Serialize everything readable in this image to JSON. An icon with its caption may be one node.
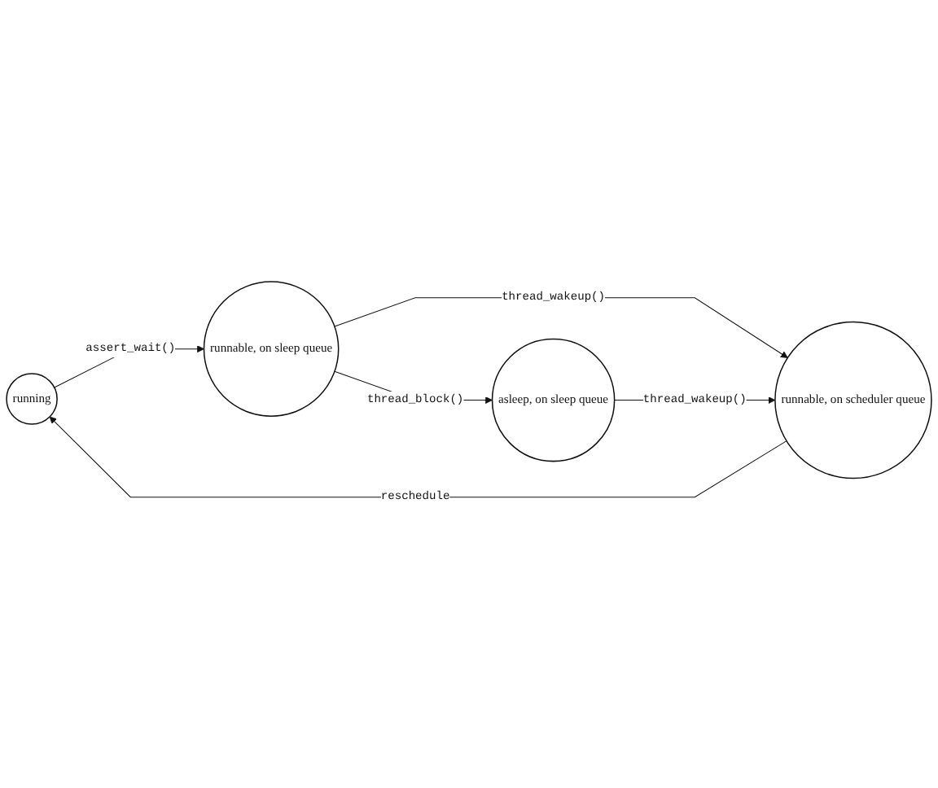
{
  "diagram": {
    "nodes": [
      {
        "text": [
          "running"
        ]
      },
      {
        "text": [
          "runnable, on sleep queue"
        ]
      },
      {
        "text": [
          "runnable, on scheduler queue"
        ]
      },
      {
        "text": [
          "asleep, on sleep queue"
        ]
      }
    ],
    "edges": [
      {
        "from": 0,
        "to": 1,
        "arrow": "to",
        "label": "assert_wait()"
      },
      {
        "from": 1,
        "to": 2,
        "arrow": "to",
        "label": "thread_wakeup()"
      },
      {
        "from": 1,
        "to": 3,
        "arrow": "to",
        "label": "thread_block()"
      },
      {
        "from": 3,
        "to": 2,
        "arrow": "to",
        "label": "thread_wakeup()"
      },
      {
        "from": 2,
        "to": 0,
        "arrow": "to",
        "label": "reschedule"
      }
    ]
  }
}
